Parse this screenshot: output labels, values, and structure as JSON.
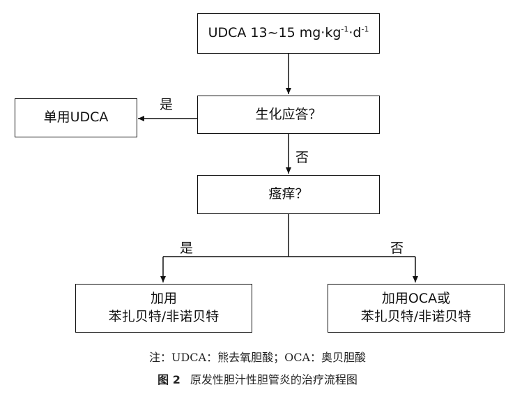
{
  "flowchart": {
    "start": {
      "pre": "UDCA 13~15 mg·kg",
      "sup1": "-1",
      "mid": "·d",
      "sup2": "-1"
    },
    "question1": "生化应答？",
    "question1_yes": "是",
    "question1_no": "否",
    "outcome_mono": "单用UDCA",
    "question2": "瘙痒？",
    "question2_yes": "是",
    "question2_no": "否",
    "outcome_pruritus": {
      "line1": "加用",
      "line2": "苯扎贝特/非诺贝特"
    },
    "outcome_no_pruritus": {
      "line1": "加用OCA或",
      "line2": "苯扎贝特/非诺贝特"
    }
  },
  "note": "注：UDCA：熊去氧胆酸；OCA：奥贝胆酸",
  "caption": {
    "figure_number": "图 2",
    "title": "原发性胆汁性胆管炎的治疗流程图"
  }
}
